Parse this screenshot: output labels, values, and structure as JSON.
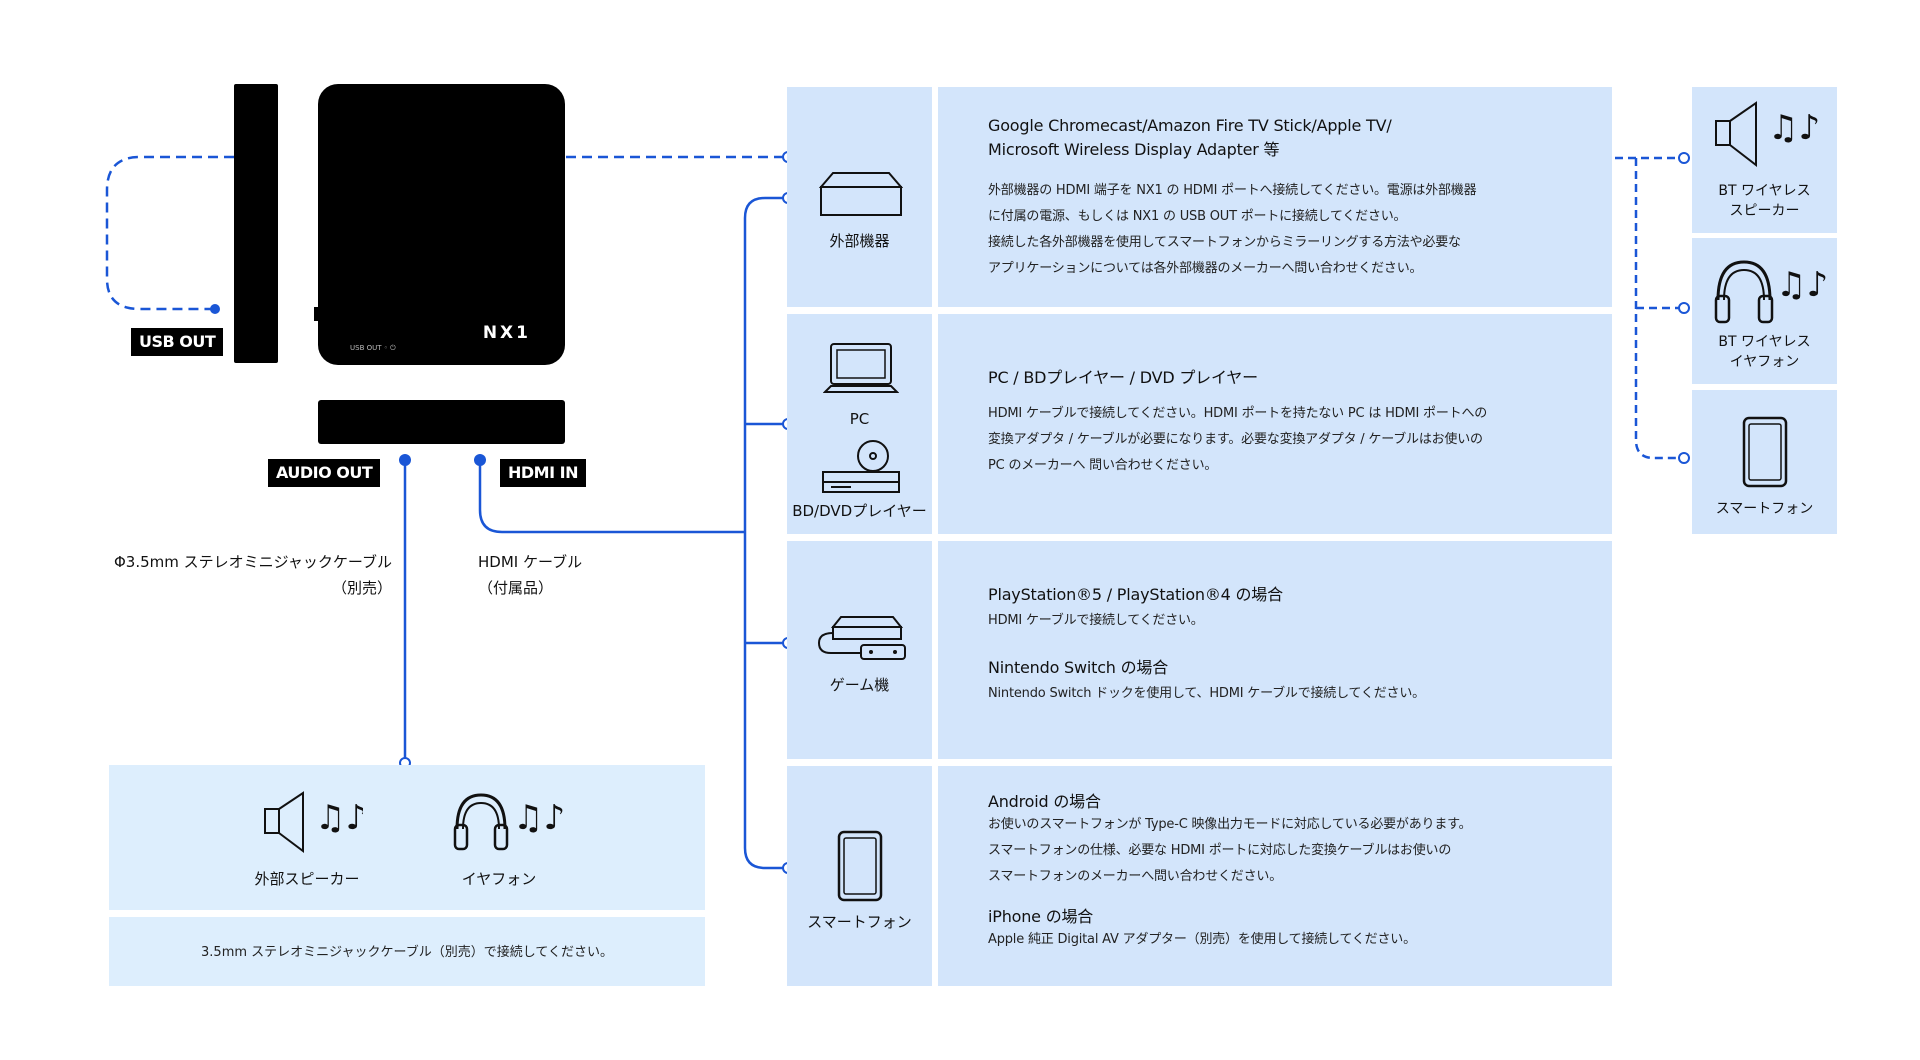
{
  "device": {
    "brand": "NX1",
    "port_caption": "USB OUT",
    "tags": {
      "usb_out": "USB OUT",
      "audio_out": "AUDIO OUT",
      "hdmi_in": "HDMI IN"
    }
  },
  "cables": {
    "audio": "Φ3.5mm ステレオミニジャックケーブル\n（別売）",
    "hdmi": "HDMI ケーブル\n（付属品）"
  },
  "audio_panel": {
    "speaker_label": "外部スピーカー",
    "earphone_label": "イヤフォン",
    "note": "3.5mm ステレオミニジャックケーブル（別売）で接続してください。"
  },
  "sources": [
    {
      "label": "外部機器",
      "icon": "external-box-icon",
      "title": "Google Chromecast/Amazon Fire TV Stick/Apple TV/\nMicrosoft Wireless Display Adapter 等",
      "body": "外部機器の HDMI 端子を NX1 の HDMI ポートへ接続してください。電源は外部機器\nに付属の電源、もしくは NX1 の USB OUT ポートに接続してください。\n接続した各外部機器を使用してスマートフォンからミラーリングする方法や必要な\nアプリケーションについては各外部機器のメーカーへ問い合わせください。"
    },
    {
      "label": "PC",
      "label2": "BD/DVDプレイヤー",
      "icon": "laptop-icon",
      "icon2": "disc-player-icon",
      "title": "PC / BDプレイヤー / DVD プレイヤー",
      "body": "HDMI ケーブルで接続してください。HDMI ポートを持たない PC は HDMI ポートへの\n変換アダプタ / ケーブルが必要になります。必要な変換アダプタ / ケーブルはお使いの\nPC のメーカーへ 問い合わせください。"
    },
    {
      "label": "ゲーム機",
      "icon": "game-console-icon",
      "title": "PlayStation®5 / PlayStation®4 の場合",
      "body": "HDMI ケーブルで接続してください。",
      "title2": "Nintendo Switch の場合",
      "body2": "Nintendo Switch ドックを使用して、HDMI ケーブルで接続してください。"
    },
    {
      "label": "スマートフォン",
      "icon": "smartphone-icon",
      "title": "Android の場合",
      "body": "お使いのスマートフォンが Type-C 映像出力モードに対応している必要があります。\nスマートフォンの仕様、必要な HDMI ポートに対応した変換ケーブルはお使いの\nスマートフォンのメーカーへ問い合わせください。",
      "title2": "iPhone の場合",
      "body2": "Apple 純正 Digital AV アダプター（別売）を使用して接続してください。"
    }
  ],
  "bluetooth": [
    {
      "label": "BT ワイヤレス\nスピーカー",
      "icon": "speaker-icon"
    },
    {
      "label": "BT ワイヤレス\nイヤフォン",
      "icon": "headphones-icon"
    },
    {
      "label": "スマートフォン",
      "icon": "smartphone-icon"
    }
  ],
  "colors": {
    "wire": "#1a56d6",
    "cell": "#d3e5fb",
    "cell_light": "#ddeefd"
  }
}
